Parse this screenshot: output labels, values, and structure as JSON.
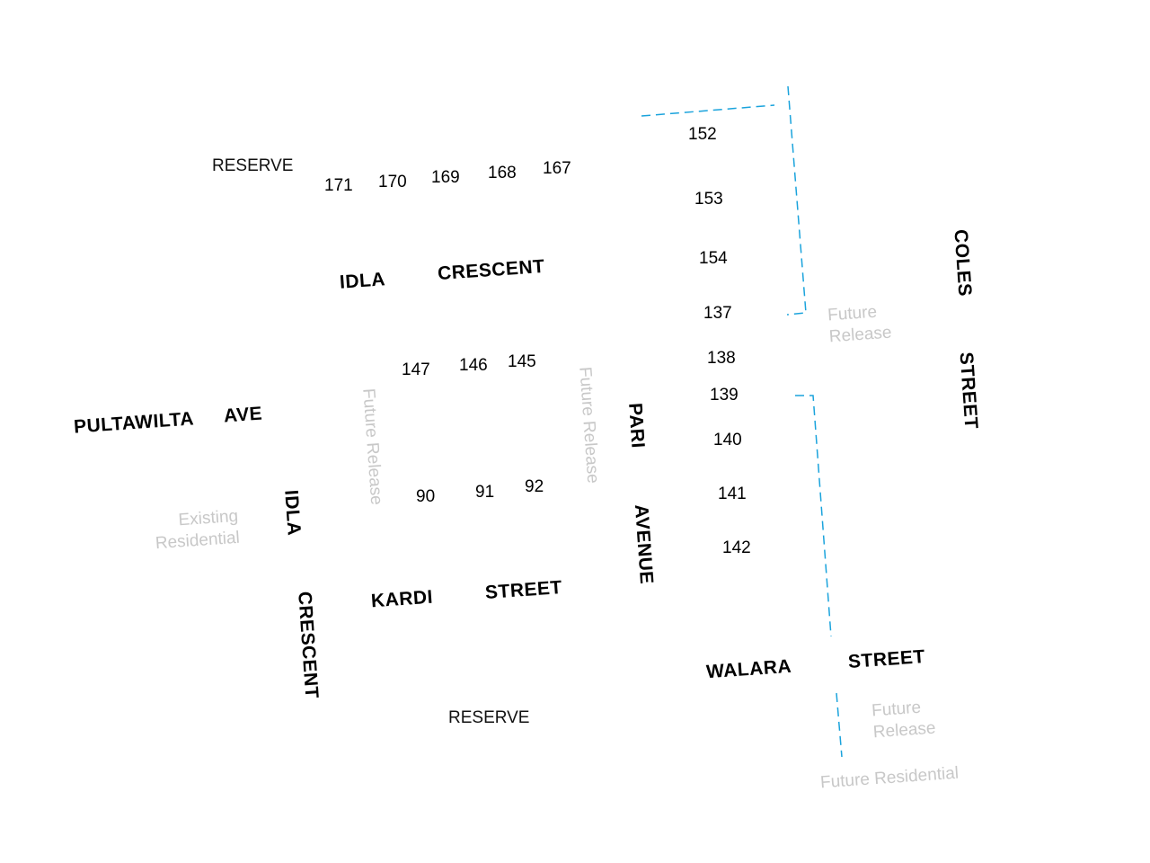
{
  "map": {
    "streets": {
      "idla_crescent_top_1": "IDLA",
      "idla_crescent_top_2": "CRESCENT",
      "pultawilta_ave_1": "PULTAWILTA",
      "pultawilta_ave_2": "AVE",
      "idla_crescent_left_1": "IDLA",
      "idla_crescent_left_2": "CRESCENT",
      "kardi_street_1": "KARDI",
      "kardi_street_2": "STREET",
      "pari_avenue_1": "PARI",
      "pari_avenue_2": "AVENUE",
      "walara_street_1": "WALARA",
      "walara_street_2": "STREET",
      "coles_street_1": "COLES",
      "coles_street_2": "STREET"
    },
    "reserves": {
      "top": "RESERVE",
      "bottom": "RESERVE"
    },
    "areas": {
      "future_release_1": "Future Release",
      "future_release_2": "Future Release",
      "future_release_3_line1": "Future",
      "future_release_3_line2": "Release",
      "future_release_4_line1": "Future",
      "future_release_4_line2": "Release",
      "existing_residential_line1": "Existing",
      "existing_residential_line2": "Residential",
      "future_residential": "Future Residential"
    },
    "lots": {
      "l171": "171",
      "l170": "170",
      "l169": "169",
      "l168": "168",
      "l167": "167",
      "l152": "152",
      "l153": "153",
      "l154": "154",
      "l137": "137",
      "l138": "138",
      "l139": "139",
      "l140": "140",
      "l141": "141",
      "l142": "142",
      "l147": "147",
      "l146": "146",
      "l145": "145",
      "l90": "90",
      "l91": "91",
      "l92": "92"
    },
    "colors": {
      "boundary": "#1aa3dc",
      "future_text": "#c8c8c8",
      "label_text": "#000000"
    }
  }
}
